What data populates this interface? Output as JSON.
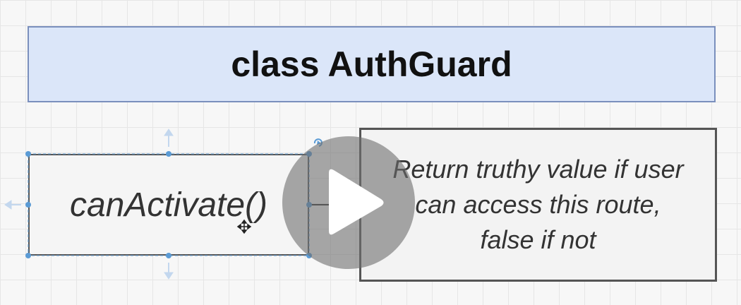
{
  "diagram": {
    "class_title": "class AuthGuard",
    "method_label": "canActivate()",
    "note_lines": [
      "Return truthy value if user",
      "can access this route,",
      "false if not"
    ]
  },
  "player": {
    "play_icon": "play-icon"
  },
  "colors": {
    "class_fill": "#dbe6f9",
    "class_border": "#7a8fbd",
    "selection_handle": "#5b9bd5",
    "play_overlay": "#6e6e6e"
  }
}
